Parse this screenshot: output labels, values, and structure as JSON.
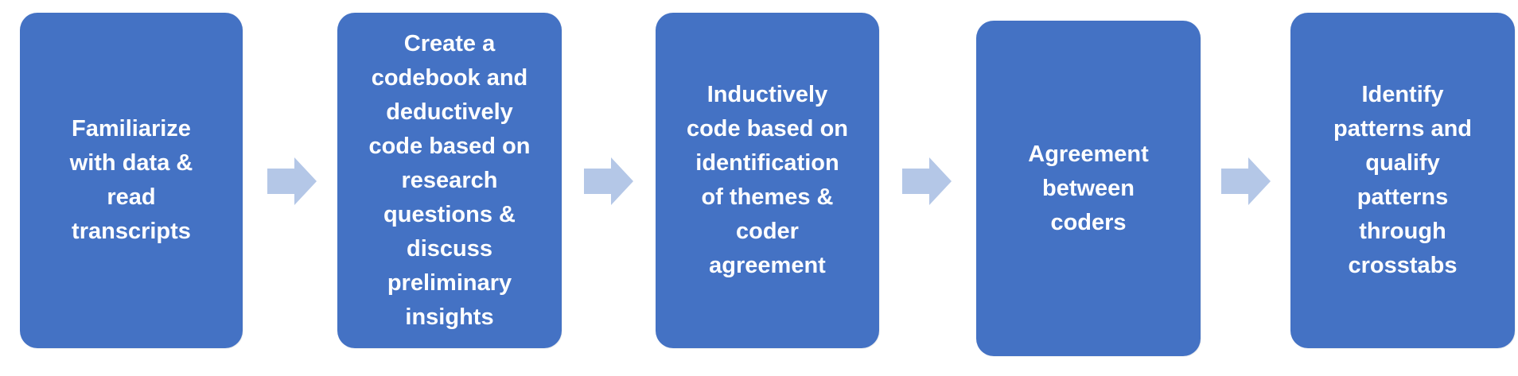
{
  "steps": [
    {
      "label": "Familiarize\nwith data &\nread\ntranscripts"
    },
    {
      "label": "Create a\ncodebook  and\ndeductively\ncode based on\nresearch\nquestions &\ndiscuss\npreliminary\ninsights"
    },
    {
      "label": "Inductively\ncode based on\nidentification\nof themes &\ncoder\nagreement"
    },
    {
      "label": "Agreement\nbetween\ncoders"
    },
    {
      "label": "Identify\npatterns and\nqualify\npatterns\nthrough\ncrosstabs"
    }
  ],
  "colors": {
    "box_fill": "#4472c4",
    "box_text": "#ffffff",
    "arrow_fill": "#b4c7e7"
  }
}
